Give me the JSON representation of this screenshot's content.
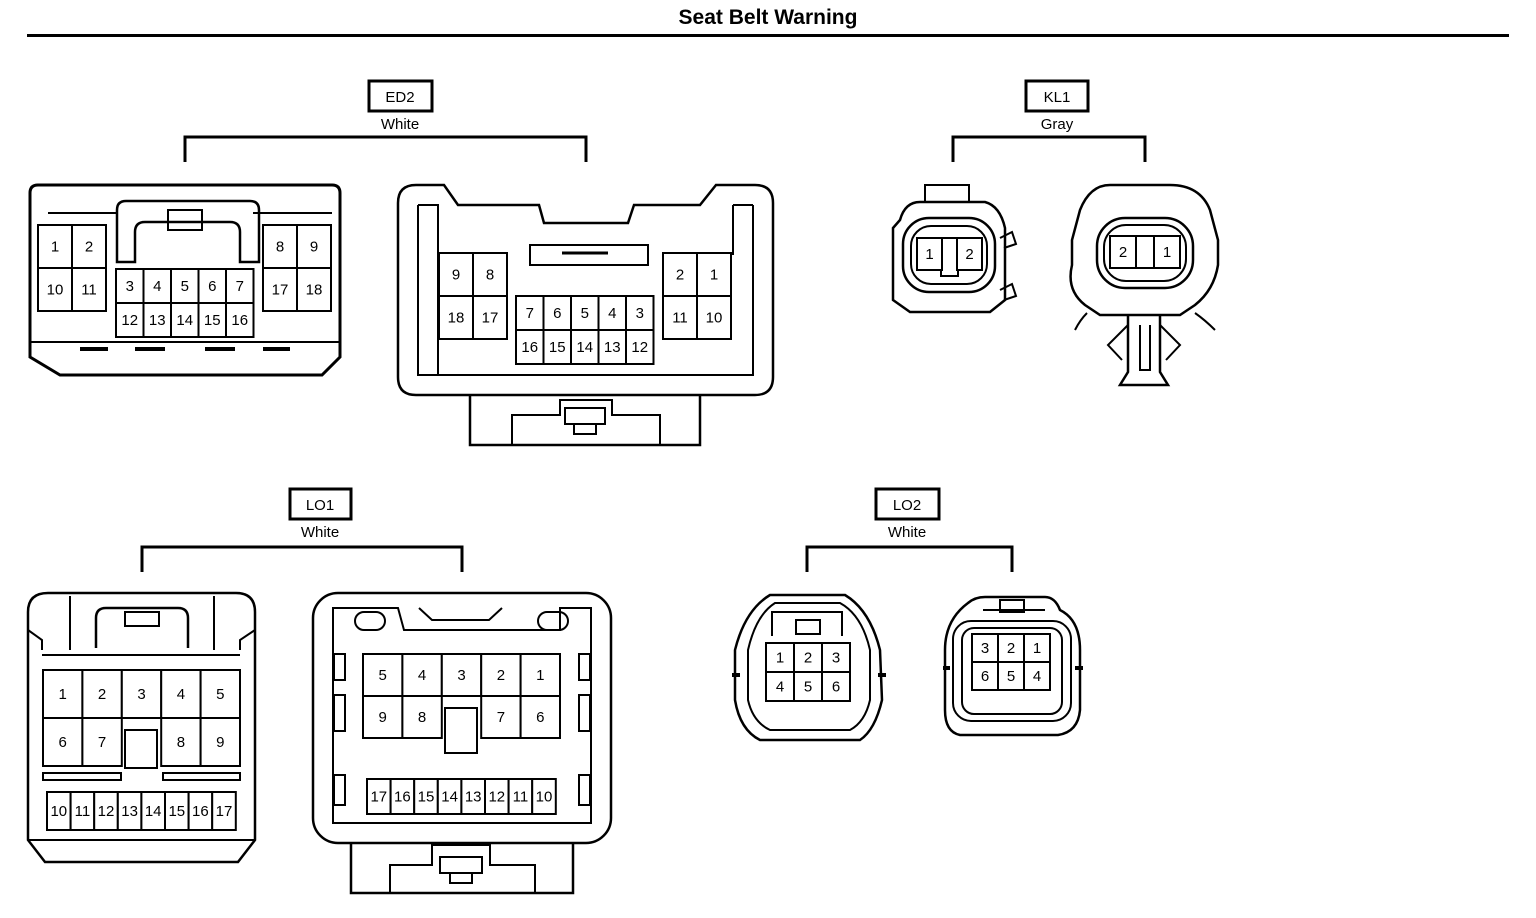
{
  "title": "Seat Belt Warning",
  "connectors": {
    "ed2": {
      "id": "ED2",
      "color": "White",
      "left_view": {
        "upper_left": [
          "1",
          "2",
          "10",
          "11"
        ],
        "upper_right": [
          "8",
          "9",
          "17",
          "18"
        ],
        "center_top": [
          "3",
          "4",
          "5",
          "6",
          "7"
        ],
        "center_bottom": [
          "12",
          "13",
          "14",
          "15",
          "16"
        ]
      },
      "right_view": {
        "left_block": [
          "9",
          "8",
          "18",
          "17"
        ],
        "right_block": [
          "2",
          "1",
          "11",
          "10"
        ],
        "center_top": [
          "7",
          "6",
          "5",
          "4",
          "3"
        ],
        "center_bottom": [
          "16",
          "15",
          "14",
          "13",
          "12"
        ]
      }
    },
    "kl1": {
      "id": "KL1",
      "color": "Gray",
      "left_view": [
        "1",
        "2"
      ],
      "right_view": [
        "2",
        "1"
      ]
    },
    "lo1": {
      "id": "LO1",
      "color": "White",
      "left_view": {
        "row1": [
          "1",
          "2",
          "3",
          "4",
          "5"
        ],
        "row2": [
          "6",
          "7",
          "8",
          "9"
        ],
        "row3": [
          "10",
          "11",
          "12",
          "13",
          "14",
          "15",
          "16",
          "17"
        ]
      },
      "right_view": {
        "row1": [
          "5",
          "4",
          "3",
          "2",
          "1"
        ],
        "row2": [
          "9",
          "8",
          "7",
          "6"
        ],
        "row3": [
          "17",
          "16",
          "15",
          "14",
          "13",
          "12",
          "11",
          "10"
        ]
      }
    },
    "lo2": {
      "id": "LO2",
      "color": "White",
      "left_view": {
        "row1": [
          "1",
          "2",
          "3"
        ],
        "row2": [
          "4",
          "5",
          "6"
        ]
      },
      "right_view": {
        "row1": [
          "3",
          "2",
          "1"
        ],
        "row2": [
          "6",
          "5",
          "4"
        ]
      }
    }
  }
}
